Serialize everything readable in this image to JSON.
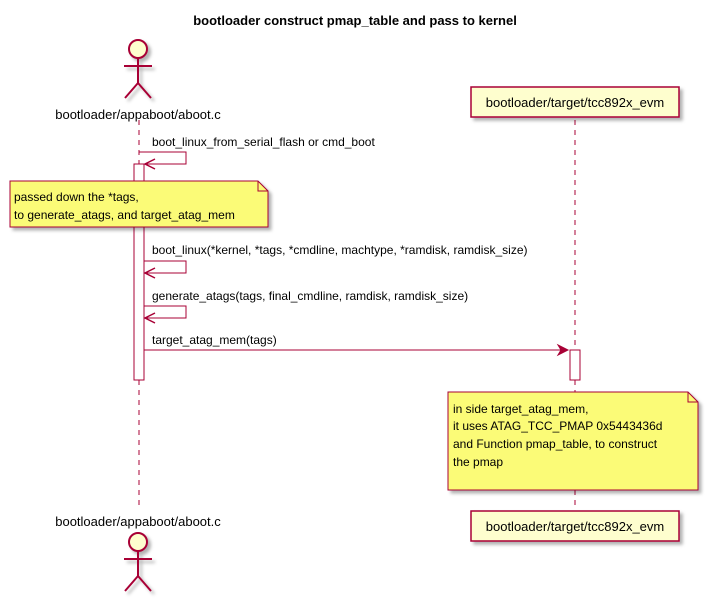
{
  "title": "bootloader construct pmap_table and pass to kernel",
  "participants": {
    "actor": {
      "name": "bootloader/appaboot/aboot.c"
    },
    "target": {
      "name": "bootloader/target/tcc892x_evm"
    }
  },
  "messages": [
    "boot_linux_from_serial_flash or cmd_boot",
    "boot_linux(*kernel, *tags, *cmdline, machtype, *ramdisk, ramdisk_size)",
    "generate_atags(tags, final_cmdline, ramdisk, ramdisk_size)",
    "target_atag_mem(tags)"
  ],
  "notes": [
    {
      "lines": [
        "passed down the *tags,",
        "to generate_atags, and target_atag_mem"
      ]
    },
    {
      "lines": [
        "in side target_atag_mem,",
        "it uses ATAG_TCC_PMAP 0x5443436d",
        "and Function pmap_table, to construct",
        "the pmap"
      ]
    }
  ],
  "colors": {
    "actor_fill": "#FEFECE",
    "actor_border": "#A80036",
    "arrow": "#A80036",
    "lifeline": "#A80036",
    "note_fill": "#FBFB77",
    "note_border": "#A80036",
    "participant_fill": "#FEFECE"
  }
}
